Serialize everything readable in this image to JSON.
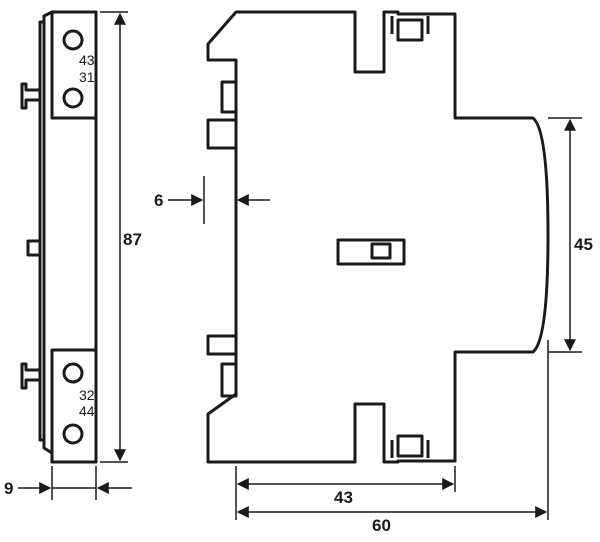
{
  "terminals": {
    "top_a": "43",
    "top_b": "31",
    "bottom_a": "32",
    "bottom_b": "44"
  },
  "dimensions": {
    "side_height": "87",
    "side_width": "9",
    "front_offset": "6",
    "front_depth_a": "43",
    "front_depth_b": "60",
    "front_height": "45"
  }
}
